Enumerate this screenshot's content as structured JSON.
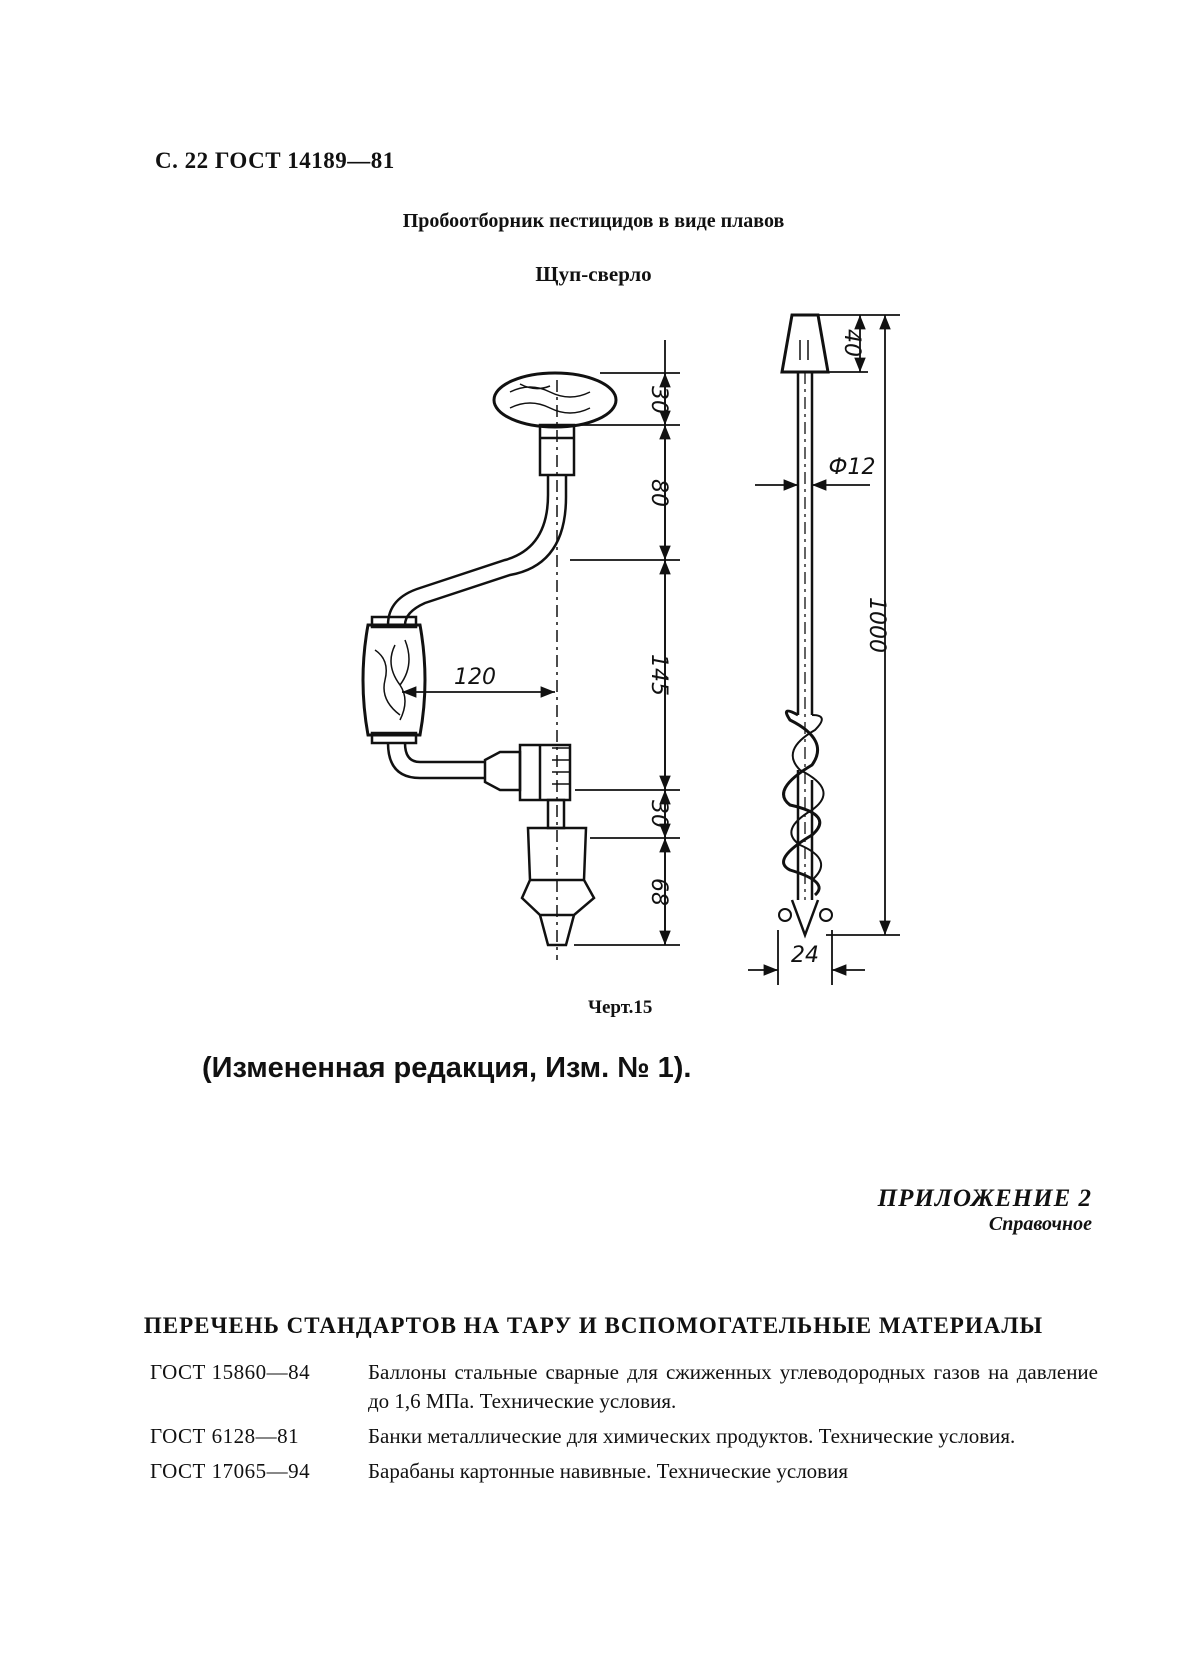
{
  "header": "С. 22 ГОСТ 14189—81",
  "figure": {
    "title": "Пробоотборник пестицидов в виде плавов",
    "subtitle": "Щуп-сверло",
    "dims_brace": [
      "30",
      "80",
      "145",
      "30",
      "68",
      "120"
    ],
    "dims_probe": [
      "40",
      "Ф12",
      "1000",
      "24"
    ],
    "caption": "Черт.15"
  },
  "edit_note": "(Измененная редакция, Изм. № 1).",
  "appendix": {
    "title": "ПРИЛОЖЕНИЕ 2",
    "subtitle": "Справочное"
  },
  "list_title": "ПЕРЕЧЕНЬ СТАНДАРТОВ НА ТАРУ И ВСПОМОГАТЕЛЬНЫЕ МАТЕРИАЛЫ",
  "standards": [
    {
      "code": "ГОСТ 15860—84",
      "desc": "Баллоны стальные сварные для сжиженных углеводородных газов на давление до 1,6 МПа. Технические условия."
    },
    {
      "code": "ГОСТ 6128—81",
      "desc": "Банки металлические для химических продуктов. Технические условия."
    },
    {
      "code": "ГОСТ 17065—94",
      "desc": "Барабаны картонные навивные. Технические условия"
    }
  ]
}
